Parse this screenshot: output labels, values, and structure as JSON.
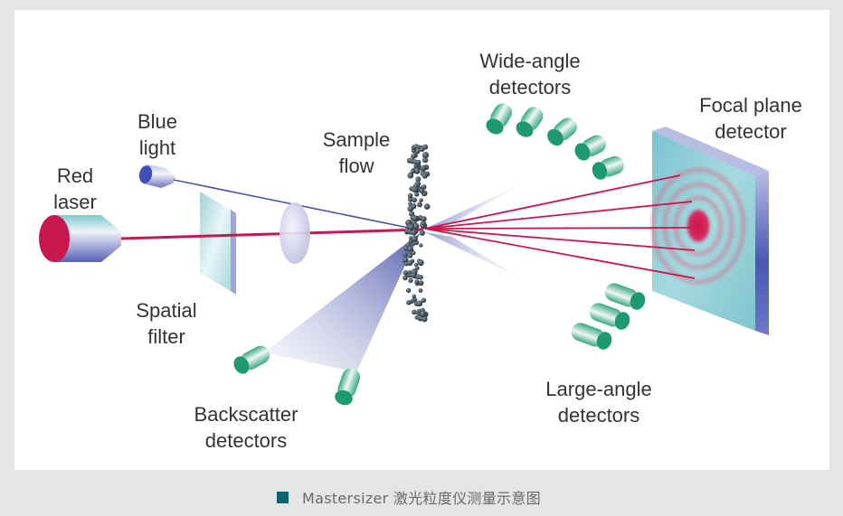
{
  "diagram": {
    "labels": {
      "red_laser": [
        "Red",
        "laser"
      ],
      "blue_light": [
        "Blue",
        "light"
      ],
      "spatial_filter": [
        "Spatial",
        "filter"
      ],
      "sample_flow": [
        "Sample",
        "flow"
      ],
      "wide_angle": [
        "Wide-angle",
        "detectors"
      ],
      "focal_plane": [
        "Focal plane",
        "detector"
      ],
      "large_angle": [
        "Large-angle",
        "detectors"
      ],
      "backscatter": [
        "Backscatter",
        "detectors"
      ]
    },
    "components": {
      "wide_angle_detector_count": 5,
      "large_angle_detector_count": 3,
      "backscatter_detector_count": 2,
      "forward_ray_count": 5
    },
    "colors": {
      "laser_red": "#c8174f",
      "blue_beam": "#4a55a8",
      "detector_green": "#1e9a72",
      "focal_plane_face": "#8ecfd8",
      "focal_plane_edge": "#5862b8",
      "particle": "#3c4a55"
    }
  },
  "caption": {
    "text": "Mastersizer 激光粒度仪测量示意图",
    "marker_color": "#0e6470"
  }
}
